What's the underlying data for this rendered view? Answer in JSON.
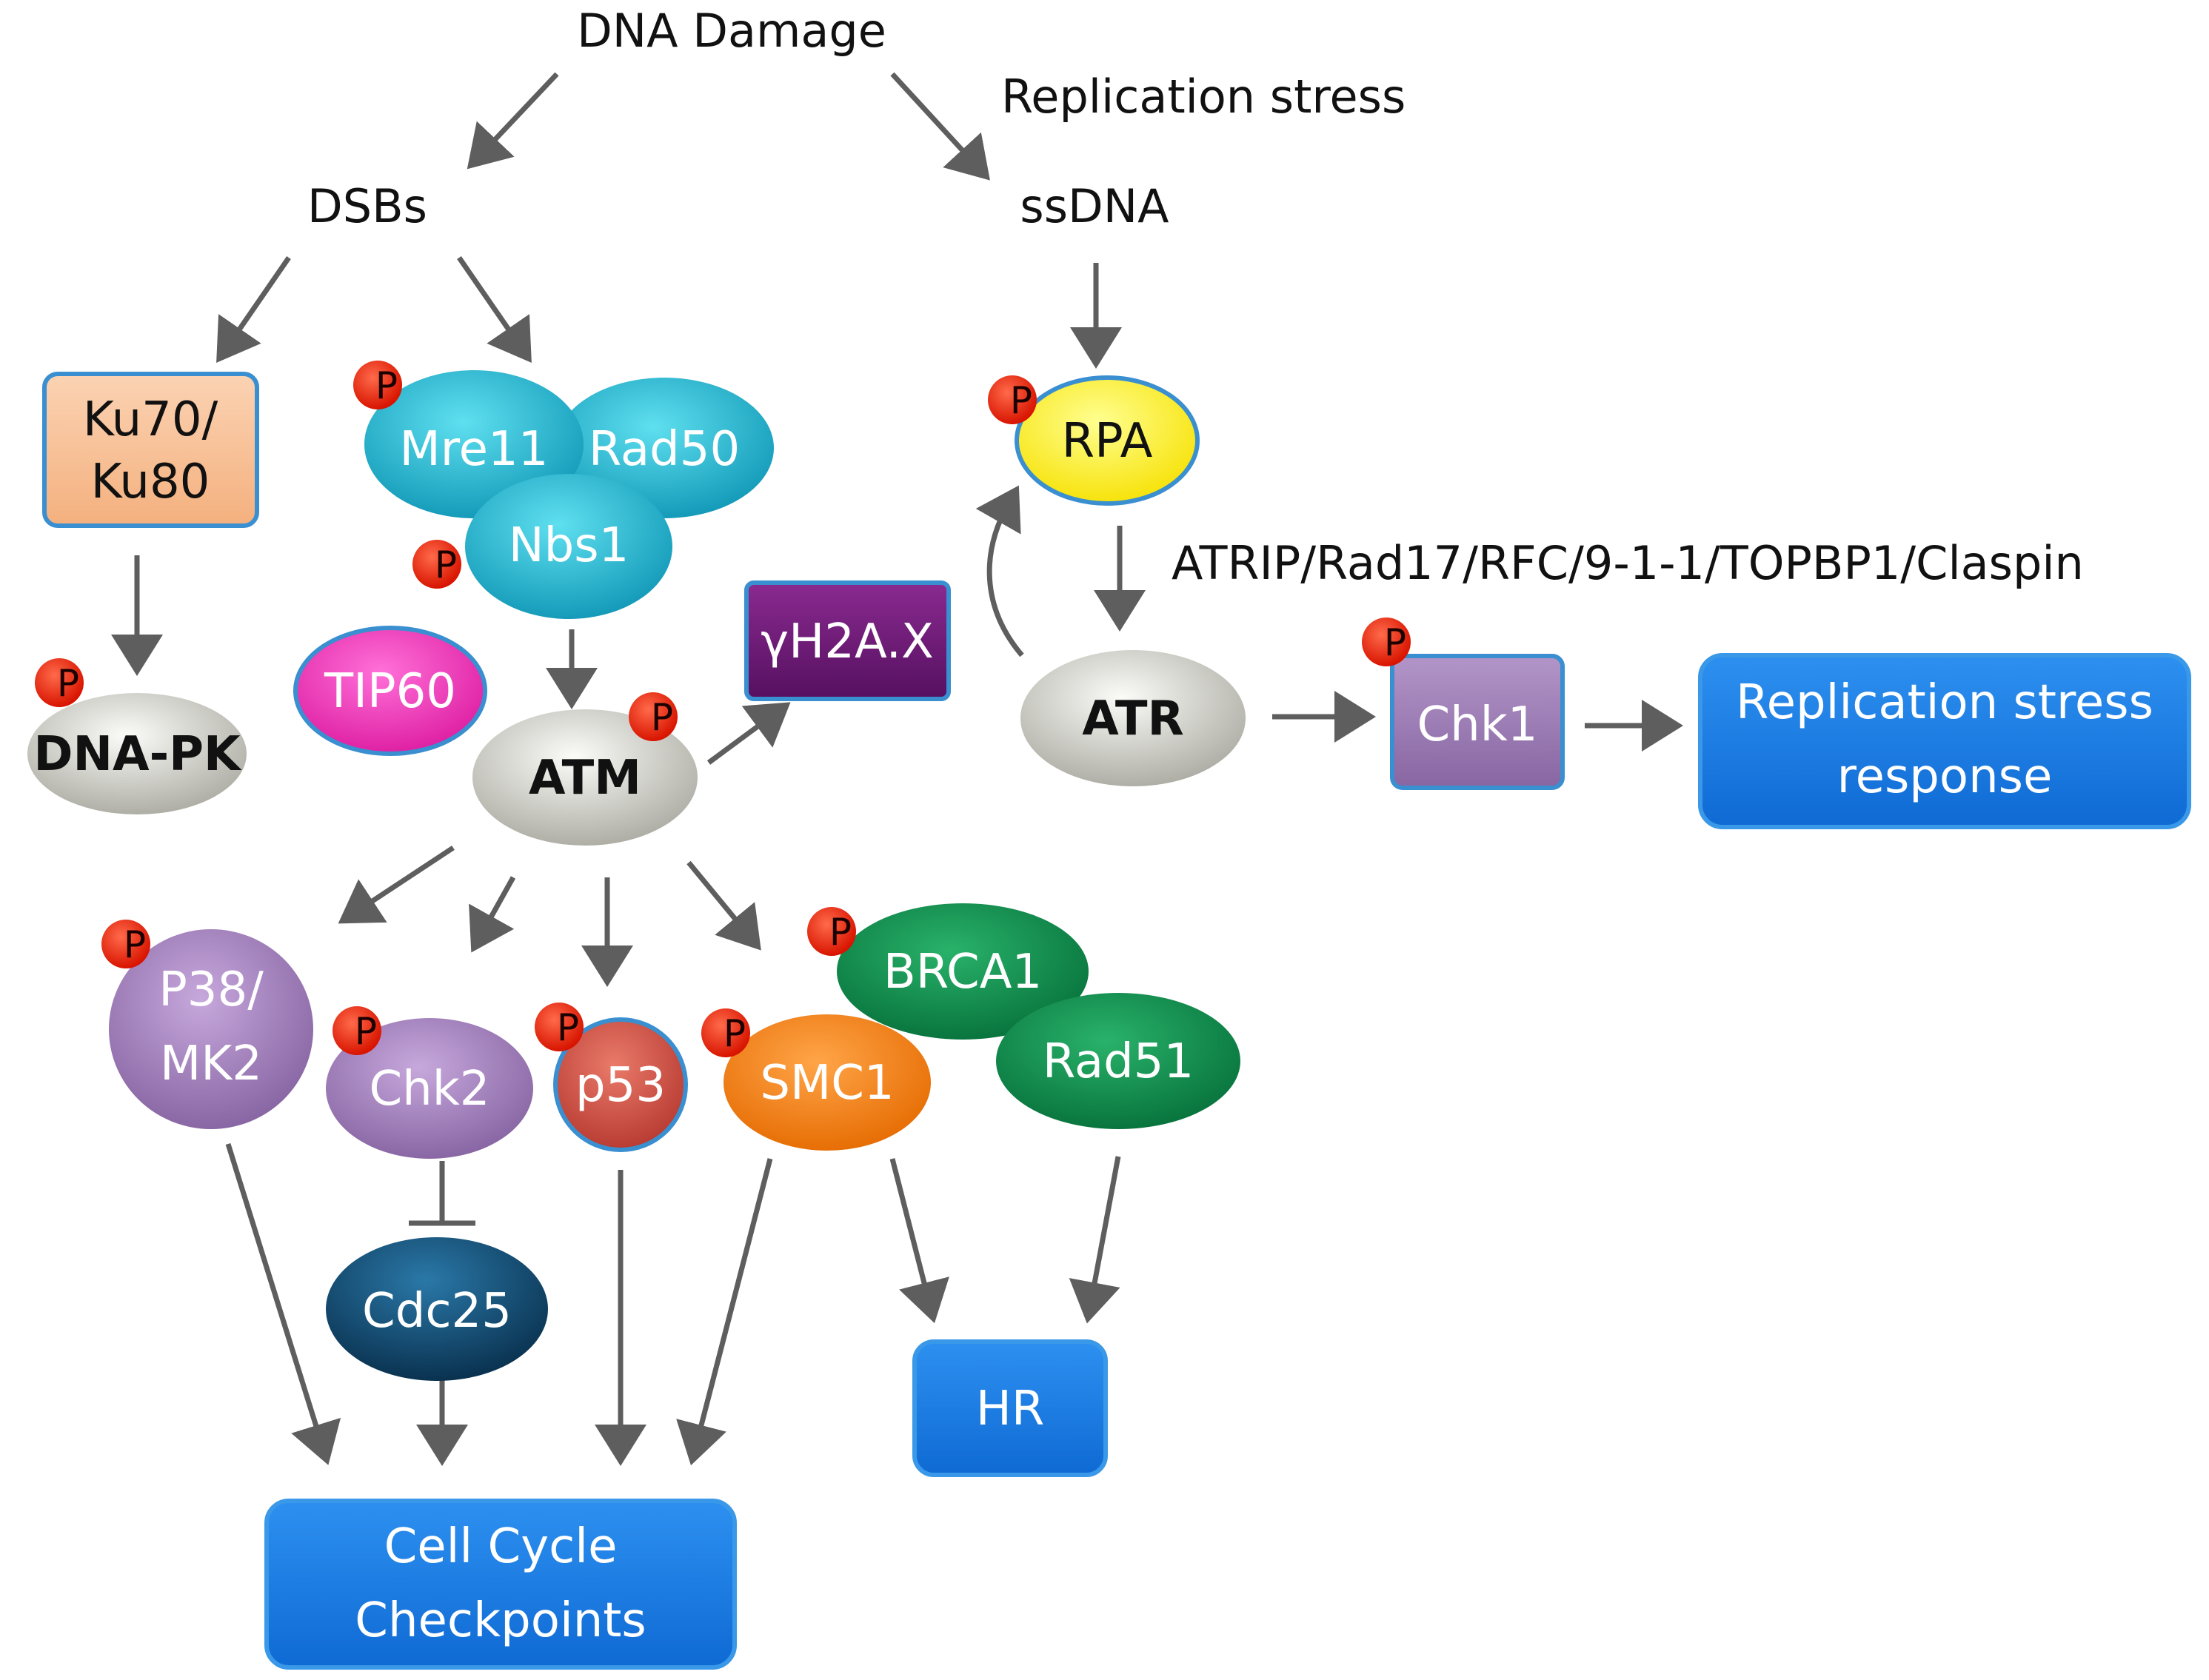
{
  "labels": {
    "dna_damage": "DNA Damage",
    "replication_stress": "Replication stress",
    "dsbs": "DSBs",
    "ssdna": "ssDNA",
    "atr_cofactors": "ATRIP/Rad17/RFC/9-1-1/TOPBP1/Claspin"
  },
  "nodes": {
    "ku_line1": "Ku70/",
    "ku_line2": "Ku80",
    "dna_pk": "DNA-PK",
    "mre11": "Mre11",
    "rad50": "Rad50",
    "nbs1": "Nbs1",
    "tip60": "TIP60",
    "atm": "ATM",
    "gh2ax": "γH2A.X",
    "rpa": "RPA",
    "atr": "ATR",
    "chk1": "Chk1",
    "p38_line1": "P38/",
    "p38_line2": "MK2",
    "chk2": "Chk2",
    "p53": "p53",
    "smc1": "SMC1",
    "brca1": "BRCA1",
    "rad51": "Rad51",
    "cdc25": "Cdc25"
  },
  "outcomes": {
    "rsr_line1": "Replication stress",
    "rsr_line2": "response",
    "ccc_line1": "Cell Cycle",
    "ccc_line2": "Checkpoints",
    "hr": "HR"
  },
  "phospho": "P",
  "colors": {
    "ku": "#f9c39a",
    "mrn": "#22b8d0",
    "tip60": "#ee2fb5",
    "grey_kinase": "#d4d4cc",
    "gh2ax": "#6a1670",
    "rpa": "#ffee00",
    "chk1": "#9a78b0",
    "p38": "#a27ec0",
    "p53": "#d04a40",
    "smc1": "#f07b12",
    "brca1": "#0a8a46",
    "cdc25": "#0d4a70",
    "outcome_blue": "#1e7fe6",
    "phospho_red": "#ee1c00",
    "arrow": "#5e5e5e"
  }
}
